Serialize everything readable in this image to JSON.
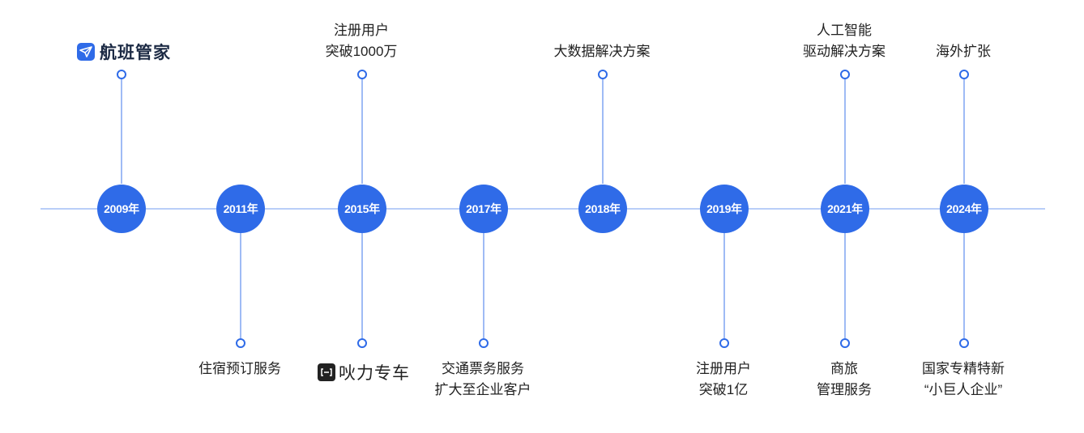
{
  "events": [
    {
      "year": "2009年",
      "position": "top",
      "lines": []
    },
    {
      "year": "2011年",
      "position": "bottom",
      "lines": [
        "住宿预订服务"
      ]
    },
    {
      "year": "2015年",
      "position": "top",
      "lines": [
        "注册用户",
        "突破1000万"
      ]
    },
    {
      "year": "2015年",
      "position": "bottom",
      "lines": []
    },
    {
      "year": "2017年",
      "position": "bottom",
      "lines": [
        "交通票务服务",
        "扩大至企业客户"
      ]
    },
    {
      "year": "2018年",
      "position": "top",
      "lines": [
        "大数据解决方案"
      ]
    },
    {
      "year": "2019年",
      "position": "bottom",
      "lines": [
        "注册用户",
        "突破1亿"
      ]
    },
    {
      "year": "2021年",
      "position": "top",
      "lines": [
        "人工智能",
        "驱动解决方案"
      ]
    },
    {
      "year": "2021年",
      "position": "bottom",
      "lines": [
        "商旅",
        "管理服务"
      ]
    },
    {
      "year": "2024年",
      "position": "top",
      "lines": [
        "海外扩张"
      ]
    },
    {
      "year": "2024年",
      "position": "bottom",
      "lines": [
        "国家专精特新",
        "“小巨人企业”"
      ]
    }
  ],
  "years": [
    "2009年",
    "2011年",
    "2015年",
    "2017年",
    "2018年",
    "2019年",
    "2021年",
    "2024年"
  ],
  "logos": {
    "hangban": {
      "text": "航班管家",
      "icon": "paper-plane-icon"
    },
    "xianli": {
      "text": "吙力专车",
      "icon": "bracket-arrows-icon"
    }
  },
  "colors": {
    "accent": "#2f6be8",
    "line": "#9fbbf5",
    "axis": "#b9cef8",
    "text": "#222222"
  }
}
